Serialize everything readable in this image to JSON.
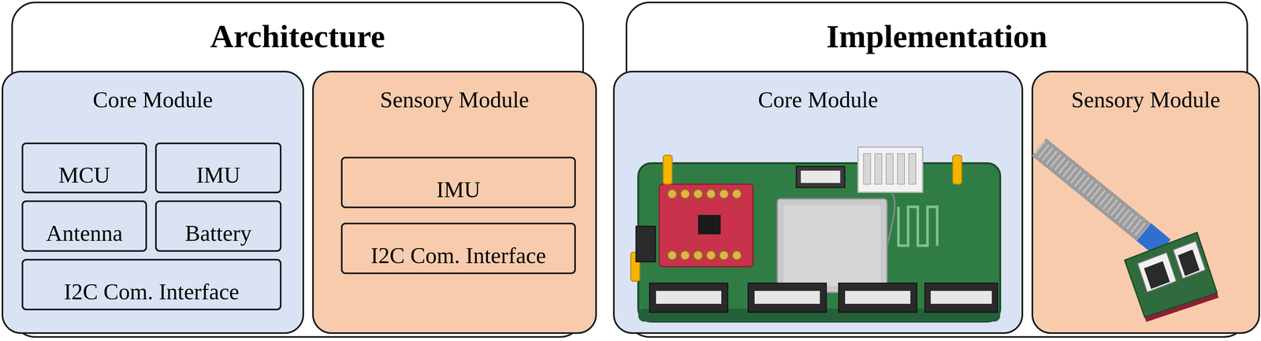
{
  "diagram": {
    "nodes": [
      {
        "text": [
          "Architecture"
        ]
      },
      {
        "text": [
          "Core Module"
        ],
        "in": 0
      },
      {
        "text": [
          "MCU"
        ],
        "in": 1
      },
      {
        "text": [
          "IMU"
        ],
        "in": 1
      },
      {
        "text": [
          "Antenna"
        ],
        "in": 1
      },
      {
        "text": [
          "Battery"
        ],
        "in": 1
      },
      {
        "text": [
          "I2C Com. Interface"
        ],
        "in": 1
      },
      {
        "text": [
          "Sensory Module"
        ],
        "in": 0
      },
      {
        "text": [
          "IMU"
        ],
        "in": 7
      },
      {
        "text": [
          "I2C Com. Interface"
        ],
        "in": 7
      },
      {
        "text": [
          "Implementation"
        ]
      },
      {
        "text": [
          "Core Module"
        ],
        "in": 10
      },
      {
        "text": [
          "Sensory Module"
        ],
        "in": 10
      }
    ]
  }
}
